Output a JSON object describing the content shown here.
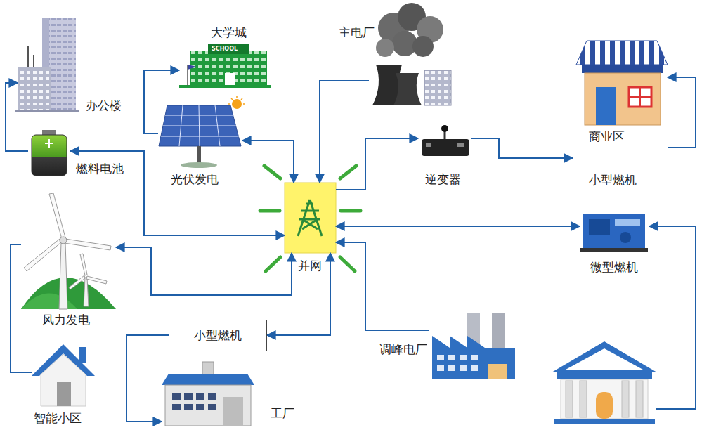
{
  "diagram": {
    "nodes": [
      {
        "text": [
          "办公楼"
        ]
      },
      {
        "text": [
          "大学城"
        ]
      },
      {
        "text": [
          "主电厂"
        ]
      },
      {
        "text": [
          "商业区"
        ]
      },
      {
        "text": [
          "燃料电池"
        ]
      },
      {
        "text": [
          "光伏发电"
        ]
      },
      {
        "text": [
          "逆变器"
        ]
      },
      {
        "text": [
          "小型燃机"
        ]
      },
      {
        "text": [
          "并网"
        ]
      },
      {
        "text": [
          "微型燃机"
        ]
      },
      {
        "text": [
          "风力发电"
        ]
      },
      {
        "text": [
          "小型燃机"
        ]
      },
      {
        "text": [
          "工厂"
        ]
      },
      {
        "text": [
          "调峰电厂"
        ]
      },
      {
        "text": [
          "智能小区"
        ]
      }
    ],
    "edges": [
      {
        "from": 4,
        "to": 0,
        "arrow": "to"
      },
      {
        "from": 5,
        "to": 1,
        "arrow": "to"
      },
      {
        "from": 2,
        "to": 8,
        "arrow": "to"
      },
      {
        "from": 5,
        "to": 8,
        "arrow": "both"
      },
      {
        "from": 4,
        "to": 8,
        "arrow": "both"
      },
      {
        "from": 8,
        "to": 6,
        "arrow": "to"
      },
      {
        "from": 6,
        "to": 7,
        "arrow": "to"
      },
      {
        "from": 7,
        "to": 3,
        "arrow": "to"
      },
      {
        "from": 8,
        "to": 9,
        "arrow": "both"
      },
      {
        "from": 10,
        "to": 8,
        "arrow": "both"
      },
      {
        "from": 10,
        "to": 14,
        "arrow": "none"
      },
      {
        "from": 11,
        "to": 8,
        "arrow": "both"
      },
      {
        "from": 11,
        "to": 12,
        "arrow": "to"
      },
      {
        "from": 13,
        "to": 8,
        "arrow": "to"
      }
    ],
    "labels": [
      "SCHOOL"
    ]
  }
}
